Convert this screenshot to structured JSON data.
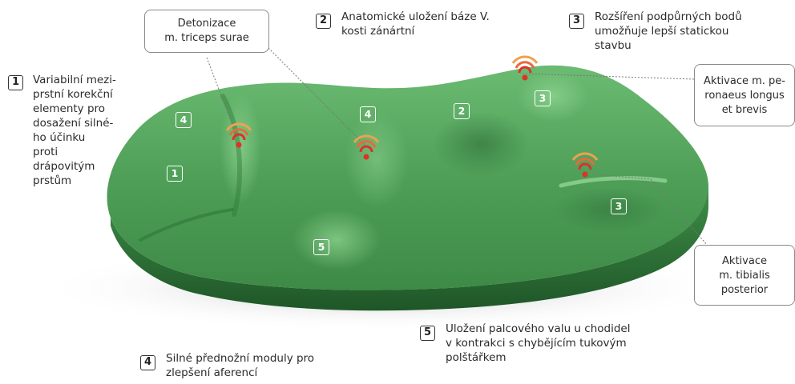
{
  "colors": {
    "insole_light": "#62b06a",
    "insole_mid": "#3f8c48",
    "insole_dark": "#1f5a2a",
    "sensor_red": "#e0302a",
    "sensor_orange": "#f0a050"
  },
  "icons": {
    "sensor": "wifi-signal-icon"
  },
  "legend": [
    {
      "num": "1",
      "text": "Variabilní mezi-\nprstní korekční\nelementy pro\ndosažení silné-\nho účinku\nproti\ndrápovitým\nprstům"
    },
    {
      "num": "2",
      "text": "Anatomické uložení báze V.\nkosti zánártní"
    },
    {
      "num": "3",
      "text": "Rozšíření podpůrných bodů\numožňuje lepší statickou\nstavbu"
    },
    {
      "num": "4",
      "text": "Silné přednožní moduly pro\nzlepšení aferencí"
    },
    {
      "num": "5",
      "text": "Uložení palcového valu u chodidel\nv kontrakci s chybějícím tukovým\npolštářkem"
    }
  ],
  "callouts": {
    "triceps": "Detonizace\nm. triceps surae",
    "peronaeus": "Aktivace m. pe-\nronaeus longus\net brevis",
    "tibialis": "Aktivace\nm. tibialis\nposterior"
  },
  "markers": [
    "4",
    "4",
    "1",
    "2",
    "3",
    "3",
    "5"
  ]
}
